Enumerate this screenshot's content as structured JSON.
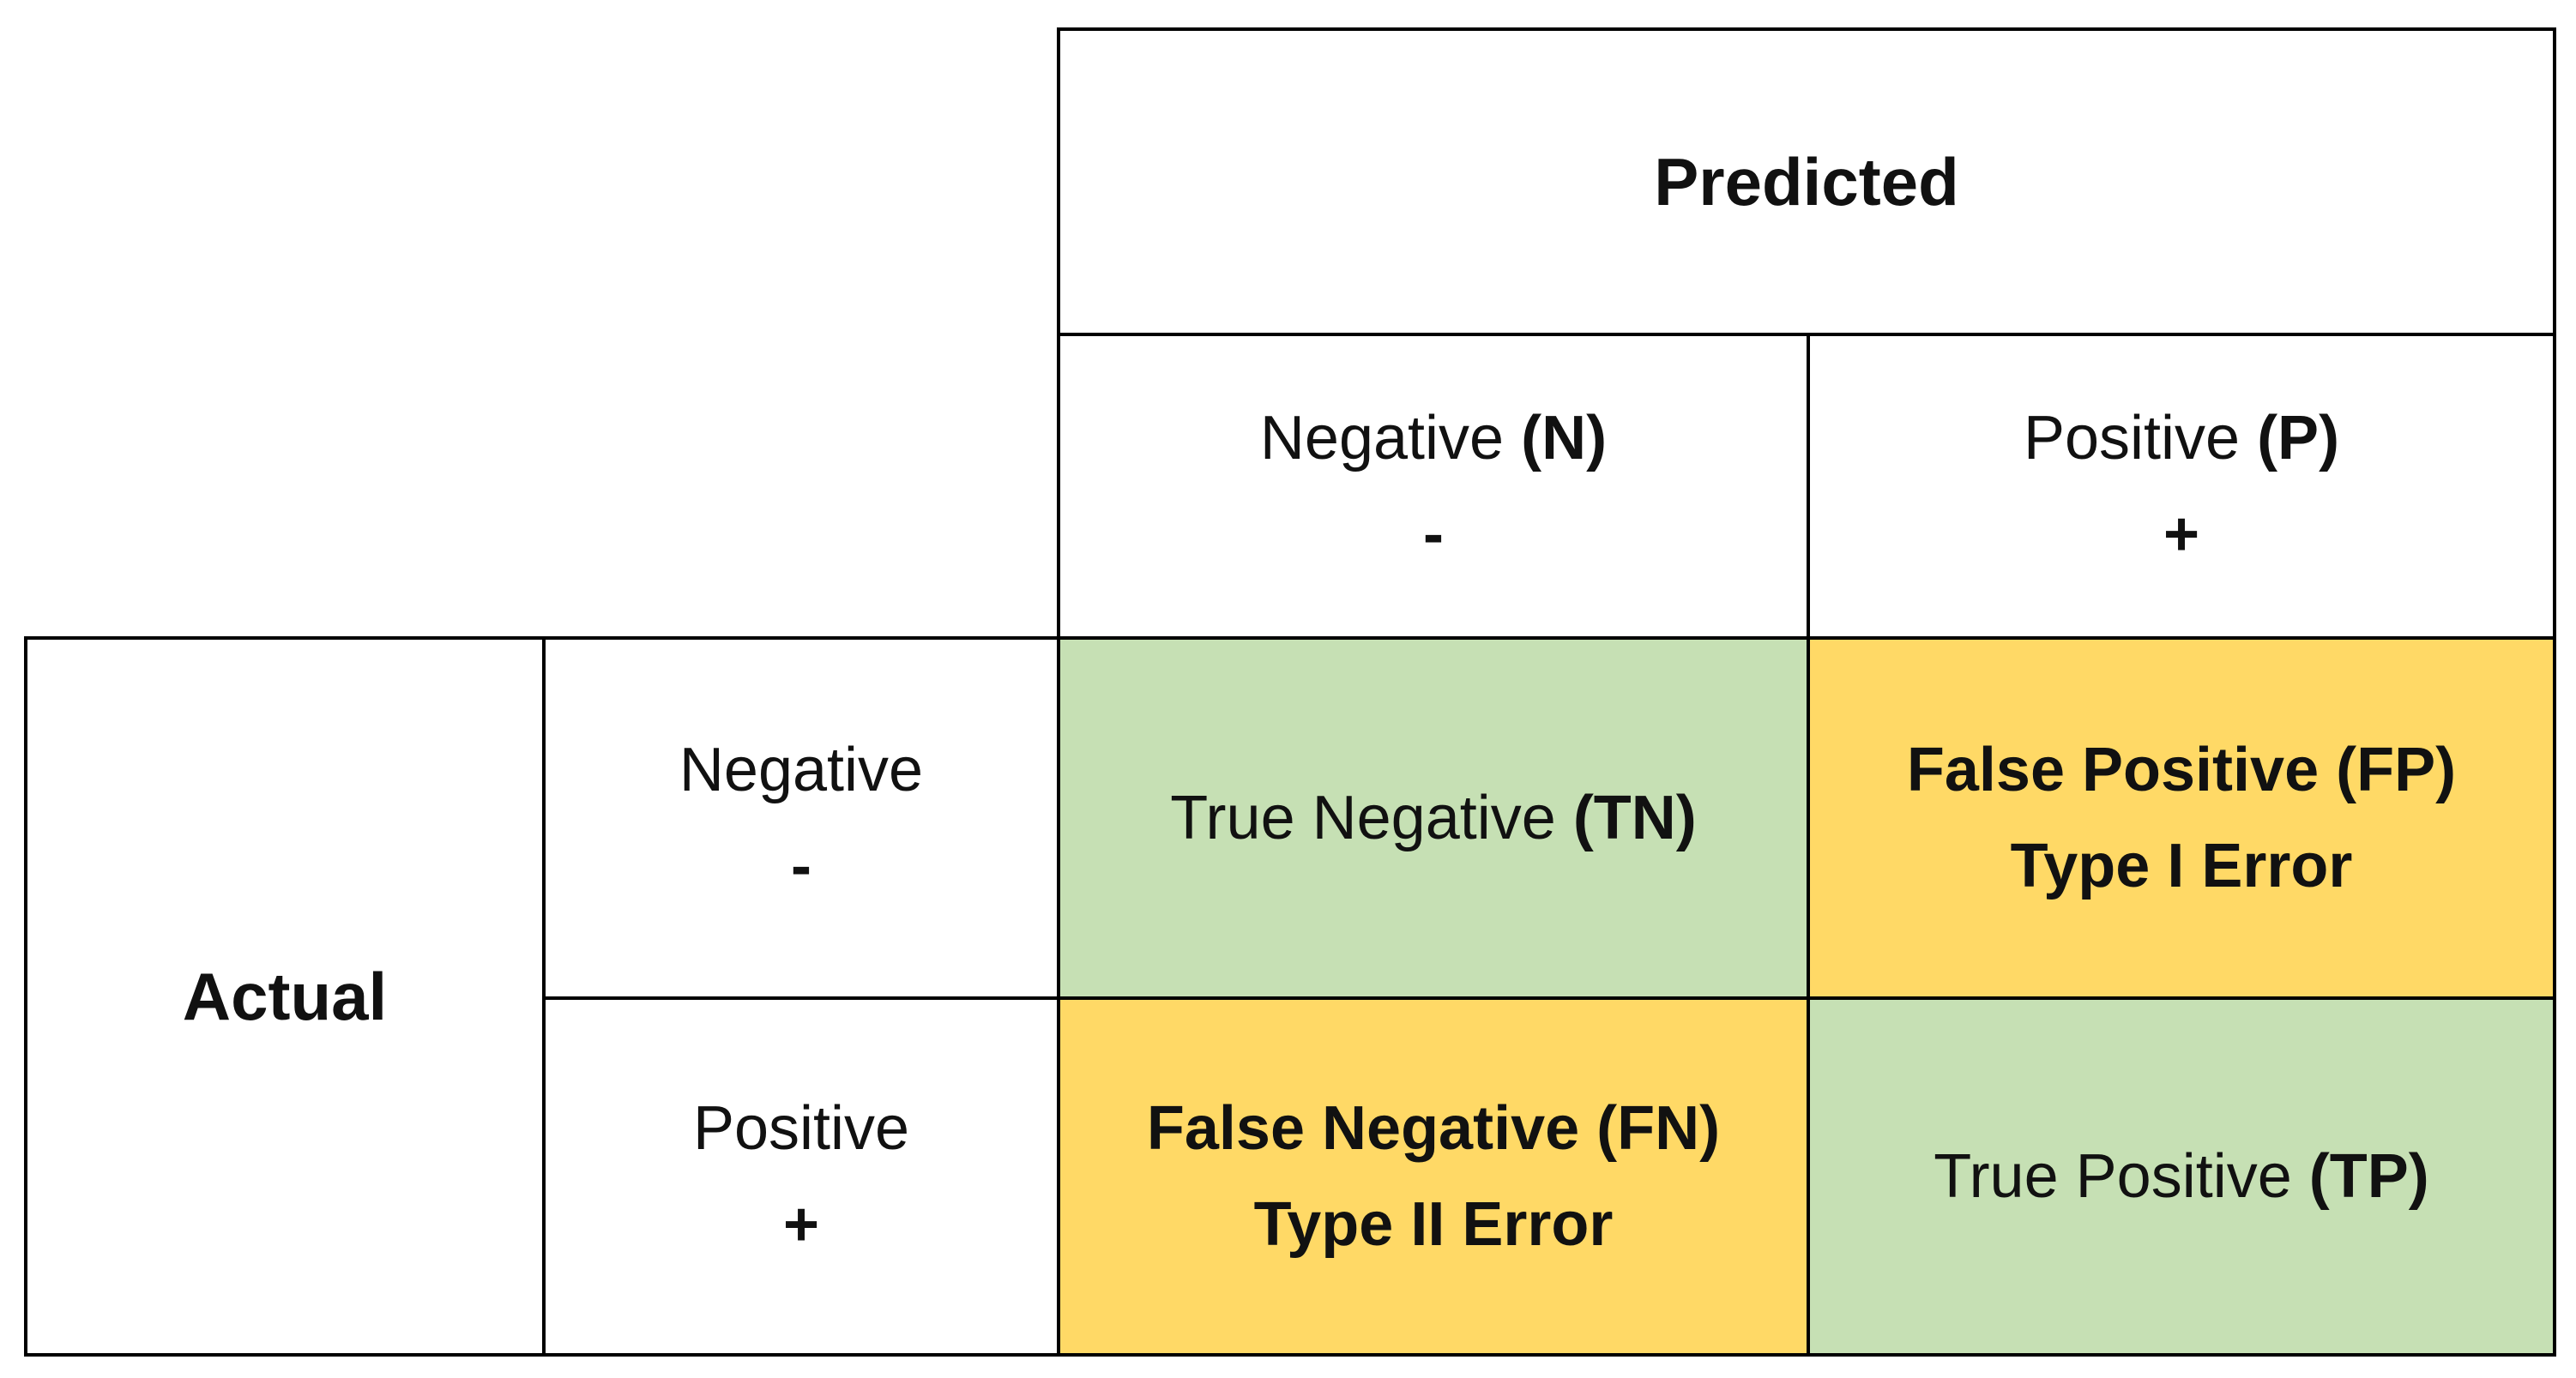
{
  "header": {
    "predicted": "Predicted",
    "actual": "Actual"
  },
  "predicted_columns": [
    {
      "label": "Negative",
      "abbr": "(N)",
      "sign": "-"
    },
    {
      "label": "Positive",
      "abbr": "(P)",
      "sign": "+"
    }
  ],
  "actual_rows": [
    {
      "label": "Negative",
      "sign": "-"
    },
    {
      "label": "Positive",
      "sign": "+"
    }
  ],
  "cells": {
    "tn": {
      "label": "True Negative",
      "abbr": "(TN)",
      "color": "#c6e0b4"
    },
    "fp": {
      "line1": "False Positive (FP)",
      "line2": "Type I Error",
      "color": "#ffd966"
    },
    "fn": {
      "line1": "False Negative (FN)",
      "line2": "Type II Error",
      "color": "#ffd966"
    },
    "tp": {
      "label": "True Positive",
      "abbr": "(TP)",
      "color": "#c6e0b4"
    }
  }
}
